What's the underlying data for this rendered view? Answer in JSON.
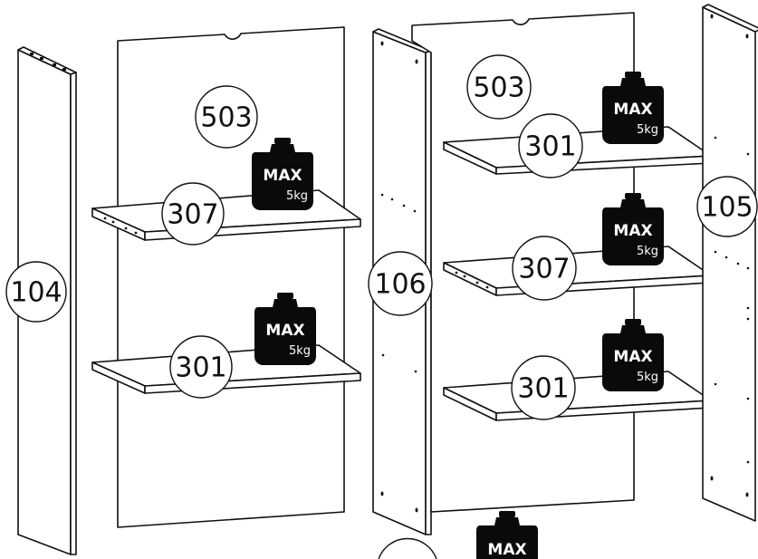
{
  "parts": {
    "side_left": "104",
    "back_left": "503",
    "shelf_left_upper": "307",
    "shelf_left_lower": "301",
    "side_middle": "106",
    "back_right": "503",
    "shelf_right_top": "301",
    "shelf_right_middle": "307",
    "shelf_right_bottom": "301",
    "side_right": "105"
  },
  "weight": {
    "max_label": "MAX",
    "load_label": "5kg"
  },
  "colors": {
    "line": "#111111",
    "fill": "#ffffff",
    "weight_fill": "#0a0a0a"
  }
}
